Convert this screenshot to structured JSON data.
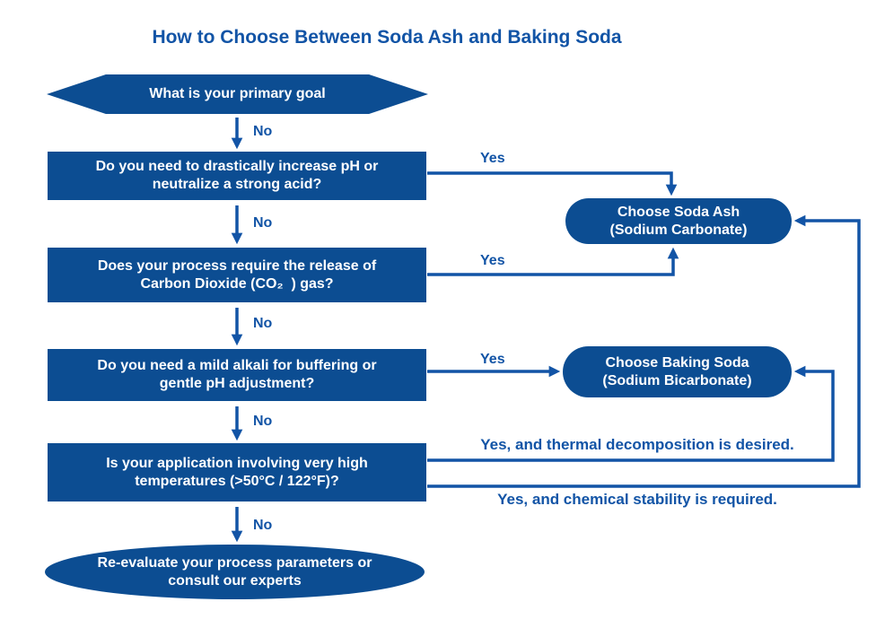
{
  "title": "How to Choose Between Soda Ash and Baking Soda",
  "labels": {
    "no": "No",
    "yes": "Yes",
    "thermal": "Yes, and thermal decomposition is desired.",
    "stability": "Yes, and chemical stability is required."
  },
  "nodes": {
    "start": {
      "text": "What is your primary goal"
    },
    "q1": {
      "line1": "Do you need to drastically increase pH or",
      "line2": "neutralize a strong acid?"
    },
    "q2": {
      "line1": "Does your process require the release of",
      "line2": "Carbon Dioxide (CO₂  ) gas?"
    },
    "q3": {
      "line1": "Do you need a mild alkali for buffering or",
      "line2": "gentle pH adjustment?"
    },
    "q4": {
      "line1": "Is your application involving very high",
      "line2": "temperatures (>50°C / 122°F)?"
    },
    "soda_ash": {
      "line1": "Choose Soda Ash",
      "line2": "(Sodium Carbonate)"
    },
    "baking_soda": {
      "line1": "Choose Baking Soda",
      "line2": "(Sodium Bicarbonate)"
    },
    "end": {
      "line1": "Re-evaluate your process parameters or",
      "line2": "consult our experts"
    }
  },
  "colors": {
    "shape_fill": "#0C4D92",
    "line": "#1254A6",
    "text_on_shape": "#FFFFFF",
    "title_text": "#1254A6"
  }
}
